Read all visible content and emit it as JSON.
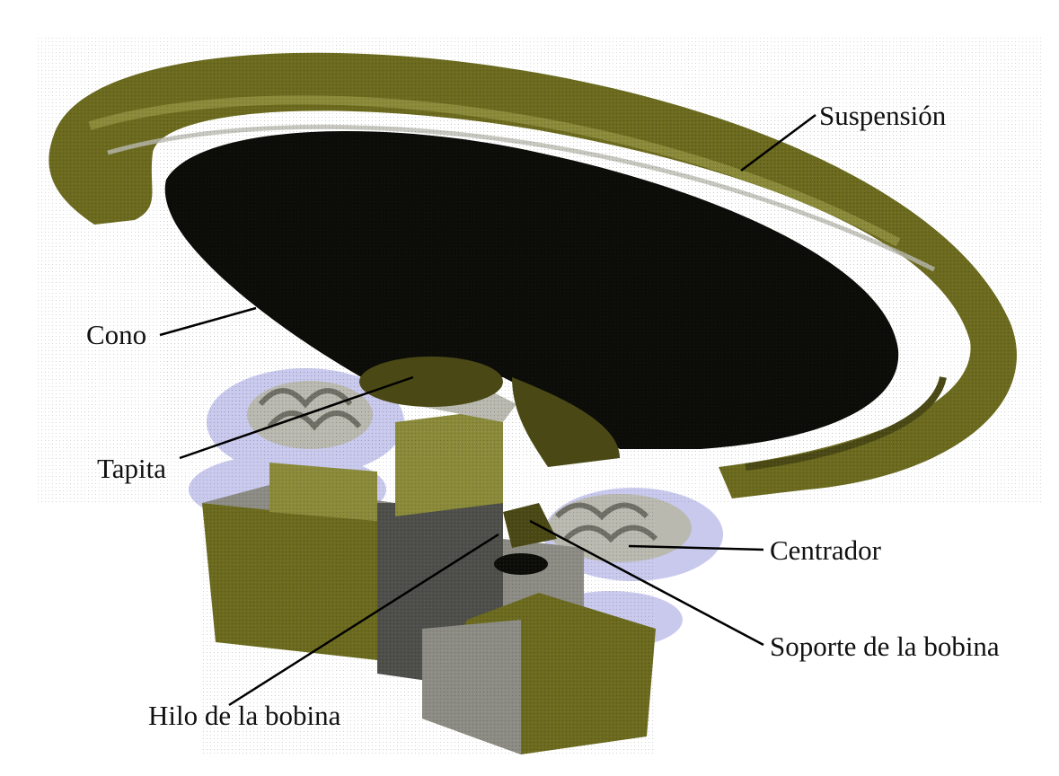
{
  "labels": {
    "suspension": "Suspensión",
    "cone": "Cono",
    "dust_cap": "Tapita",
    "spider": "Centrador",
    "voice_coil_former": "Soporte de la bobina",
    "voice_coil_wire": "Hilo de la bobina"
  },
  "colors": {
    "olive": "#6b6a1e",
    "olive_dark": "#4a4915",
    "olive_light": "#8a8a3a",
    "cone_dark": "#0c0c08",
    "gray": "#8c8c84",
    "gray_dark": "#4e4e4a",
    "gray_light": "#b9b9b0",
    "lavender": "#c9c9ee",
    "leader": "#000000"
  }
}
